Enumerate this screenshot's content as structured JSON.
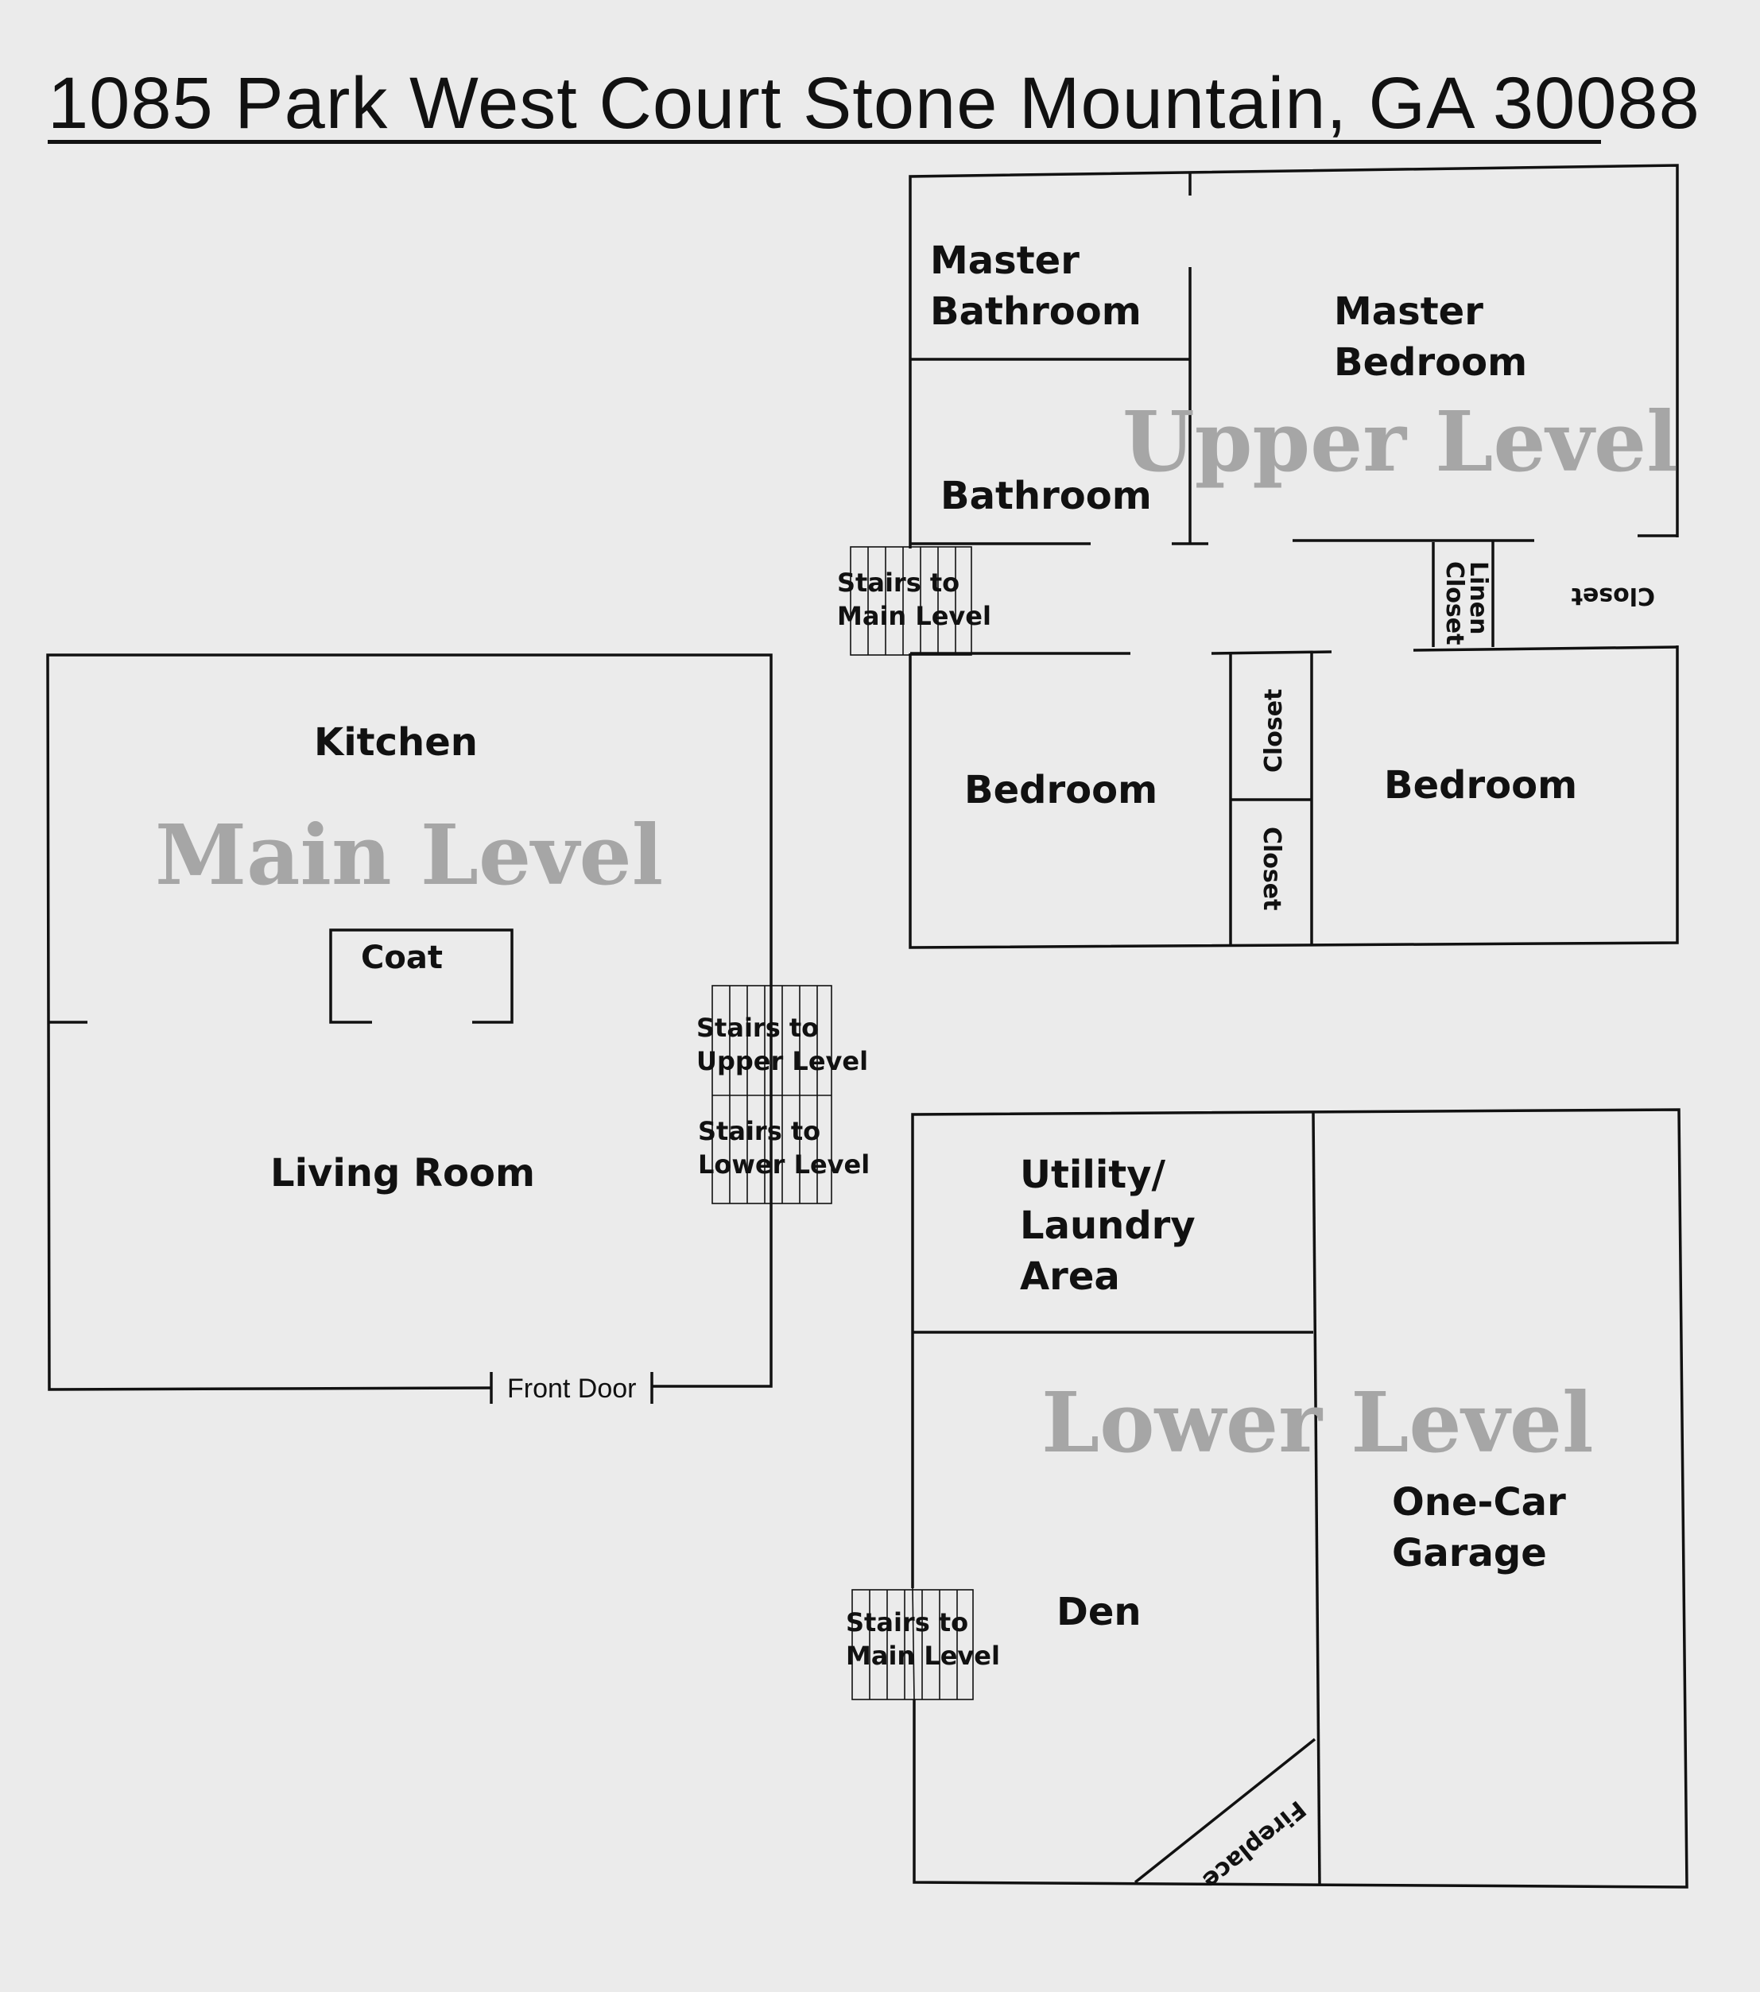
{
  "title": "1085 Park West Court  Stone Mountain, GA 30088",
  "levels": {
    "upper": "Upper Level",
    "main": "Main Level",
    "lower": "Lower Level"
  },
  "upper_rooms": {
    "master_bathroom": [
      "Master",
      "Bathroom"
    ],
    "master_bedroom": [
      "Master",
      "Bedroom"
    ],
    "bathroom": "Bathroom",
    "stairs": [
      "Stairs to",
      "Main Level"
    ],
    "linen_closet": [
      "Linen",
      "Closet"
    ],
    "closet_right": "Closet",
    "bedroom_left": "Bedroom",
    "bedroom_right": "Bedroom",
    "closet_a": "Closet",
    "closet_b": "Closet"
  },
  "main_rooms": {
    "kitchen": "Kitchen",
    "coat": "Coat",
    "living_room": "Living Room",
    "front_door": "Front Door",
    "stairs_up": [
      "Stairs to",
      "Upper Level"
    ],
    "stairs_down": [
      "Stairs to",
      "Lower Level"
    ]
  },
  "lower_rooms": {
    "utility": [
      "Utility/",
      "Laundry",
      "Area"
    ],
    "garage": [
      "One-Car",
      "Garage"
    ],
    "den": "Den",
    "stairs": [
      "Stairs to",
      "Main Level"
    ],
    "fireplace": "Fireplace"
  }
}
